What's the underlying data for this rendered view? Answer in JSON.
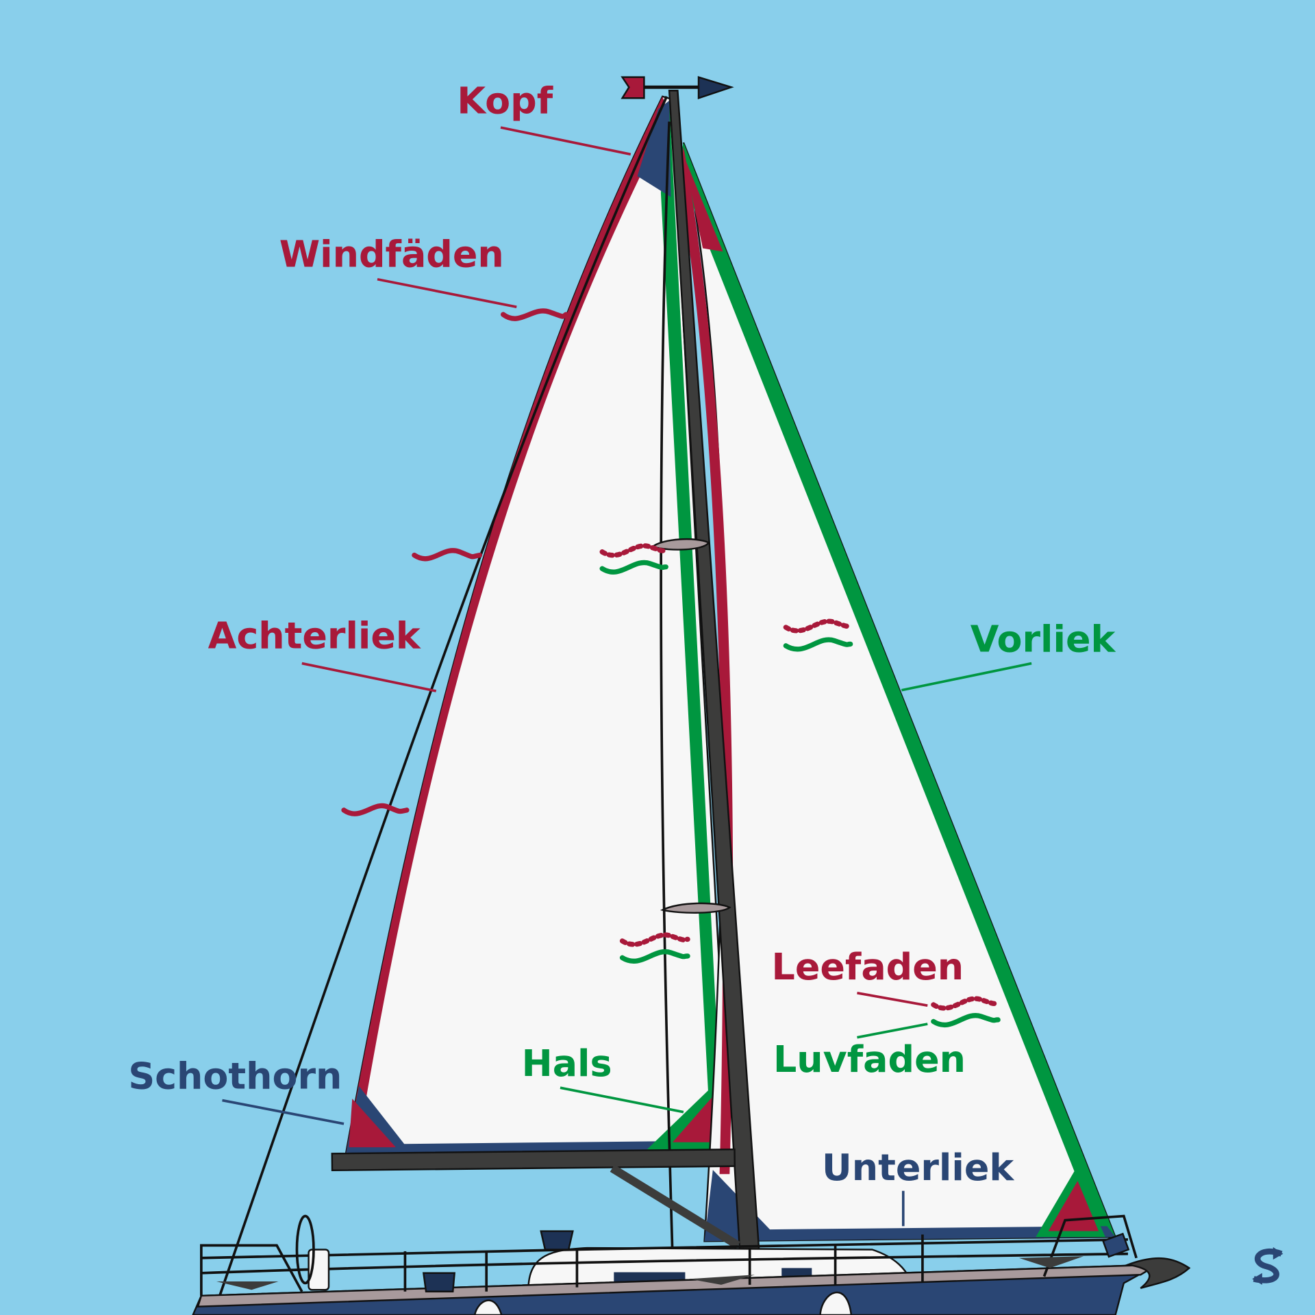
{
  "labels": {
    "head": "Kopf",
    "telltales": "Windfäden",
    "leech": "Achterliek",
    "clew": "Schothorn",
    "tack": "Hals",
    "luff": "Vorliek",
    "leeward_telltale": "Leefaden",
    "windward_telltale": "Luvfaden",
    "foot": "Unterliek"
  },
  "colors": {
    "sky": "#89cfeb",
    "sail": "#f7f7f7",
    "red": "#a8193a",
    "green": "#009640",
    "blue": "#2a4674",
    "mast": "#3c3c3b",
    "hull_deck": "#a89a9c",
    "navy": "#1d3255"
  },
  "logo": "S"
}
